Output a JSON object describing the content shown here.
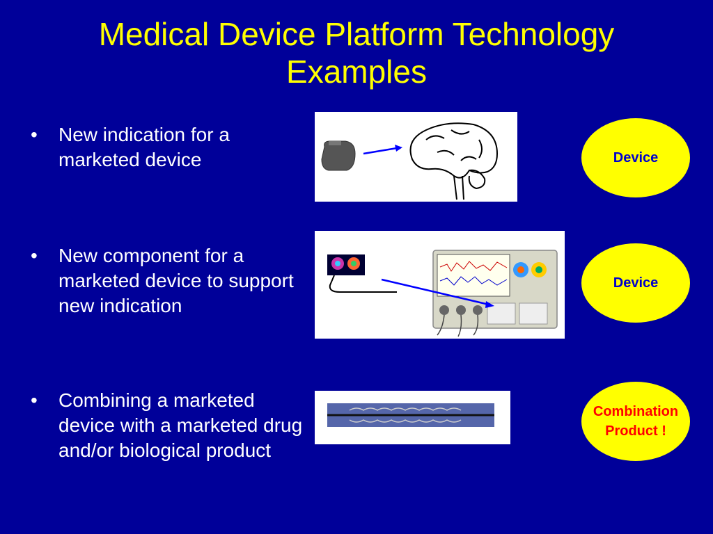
{
  "title": {
    "line1": "Medical Device Platform Technology",
    "line2": "Examples"
  },
  "bullets": [
    {
      "symbol": "•",
      "text": "New indication for a marketed device"
    },
    {
      "symbol": "•",
      "text": "New component for a marketed device to support new indication"
    },
    {
      "symbol": "•",
      "text": "Combining a marketed device with a marketed drug and/or biological product"
    }
  ],
  "ovals": [
    {
      "lines": [
        "Device"
      ],
      "color": "#0000cc"
    },
    {
      "lines": [
        "Device"
      ],
      "color": "#0000cc"
    },
    {
      "lines": [
        "Combination",
        "Product !"
      ],
      "color": "#ff0000"
    }
  ],
  "icons": [
    "pacemaker-icon",
    "brain-icon",
    "oscilloscope-icon",
    "stent-catheter-icon"
  ],
  "colors": {
    "background": "#000099",
    "title": "#ffff00",
    "text": "#ffffff",
    "oval_fill": "#ffff00",
    "arrow": "#0000ff"
  }
}
